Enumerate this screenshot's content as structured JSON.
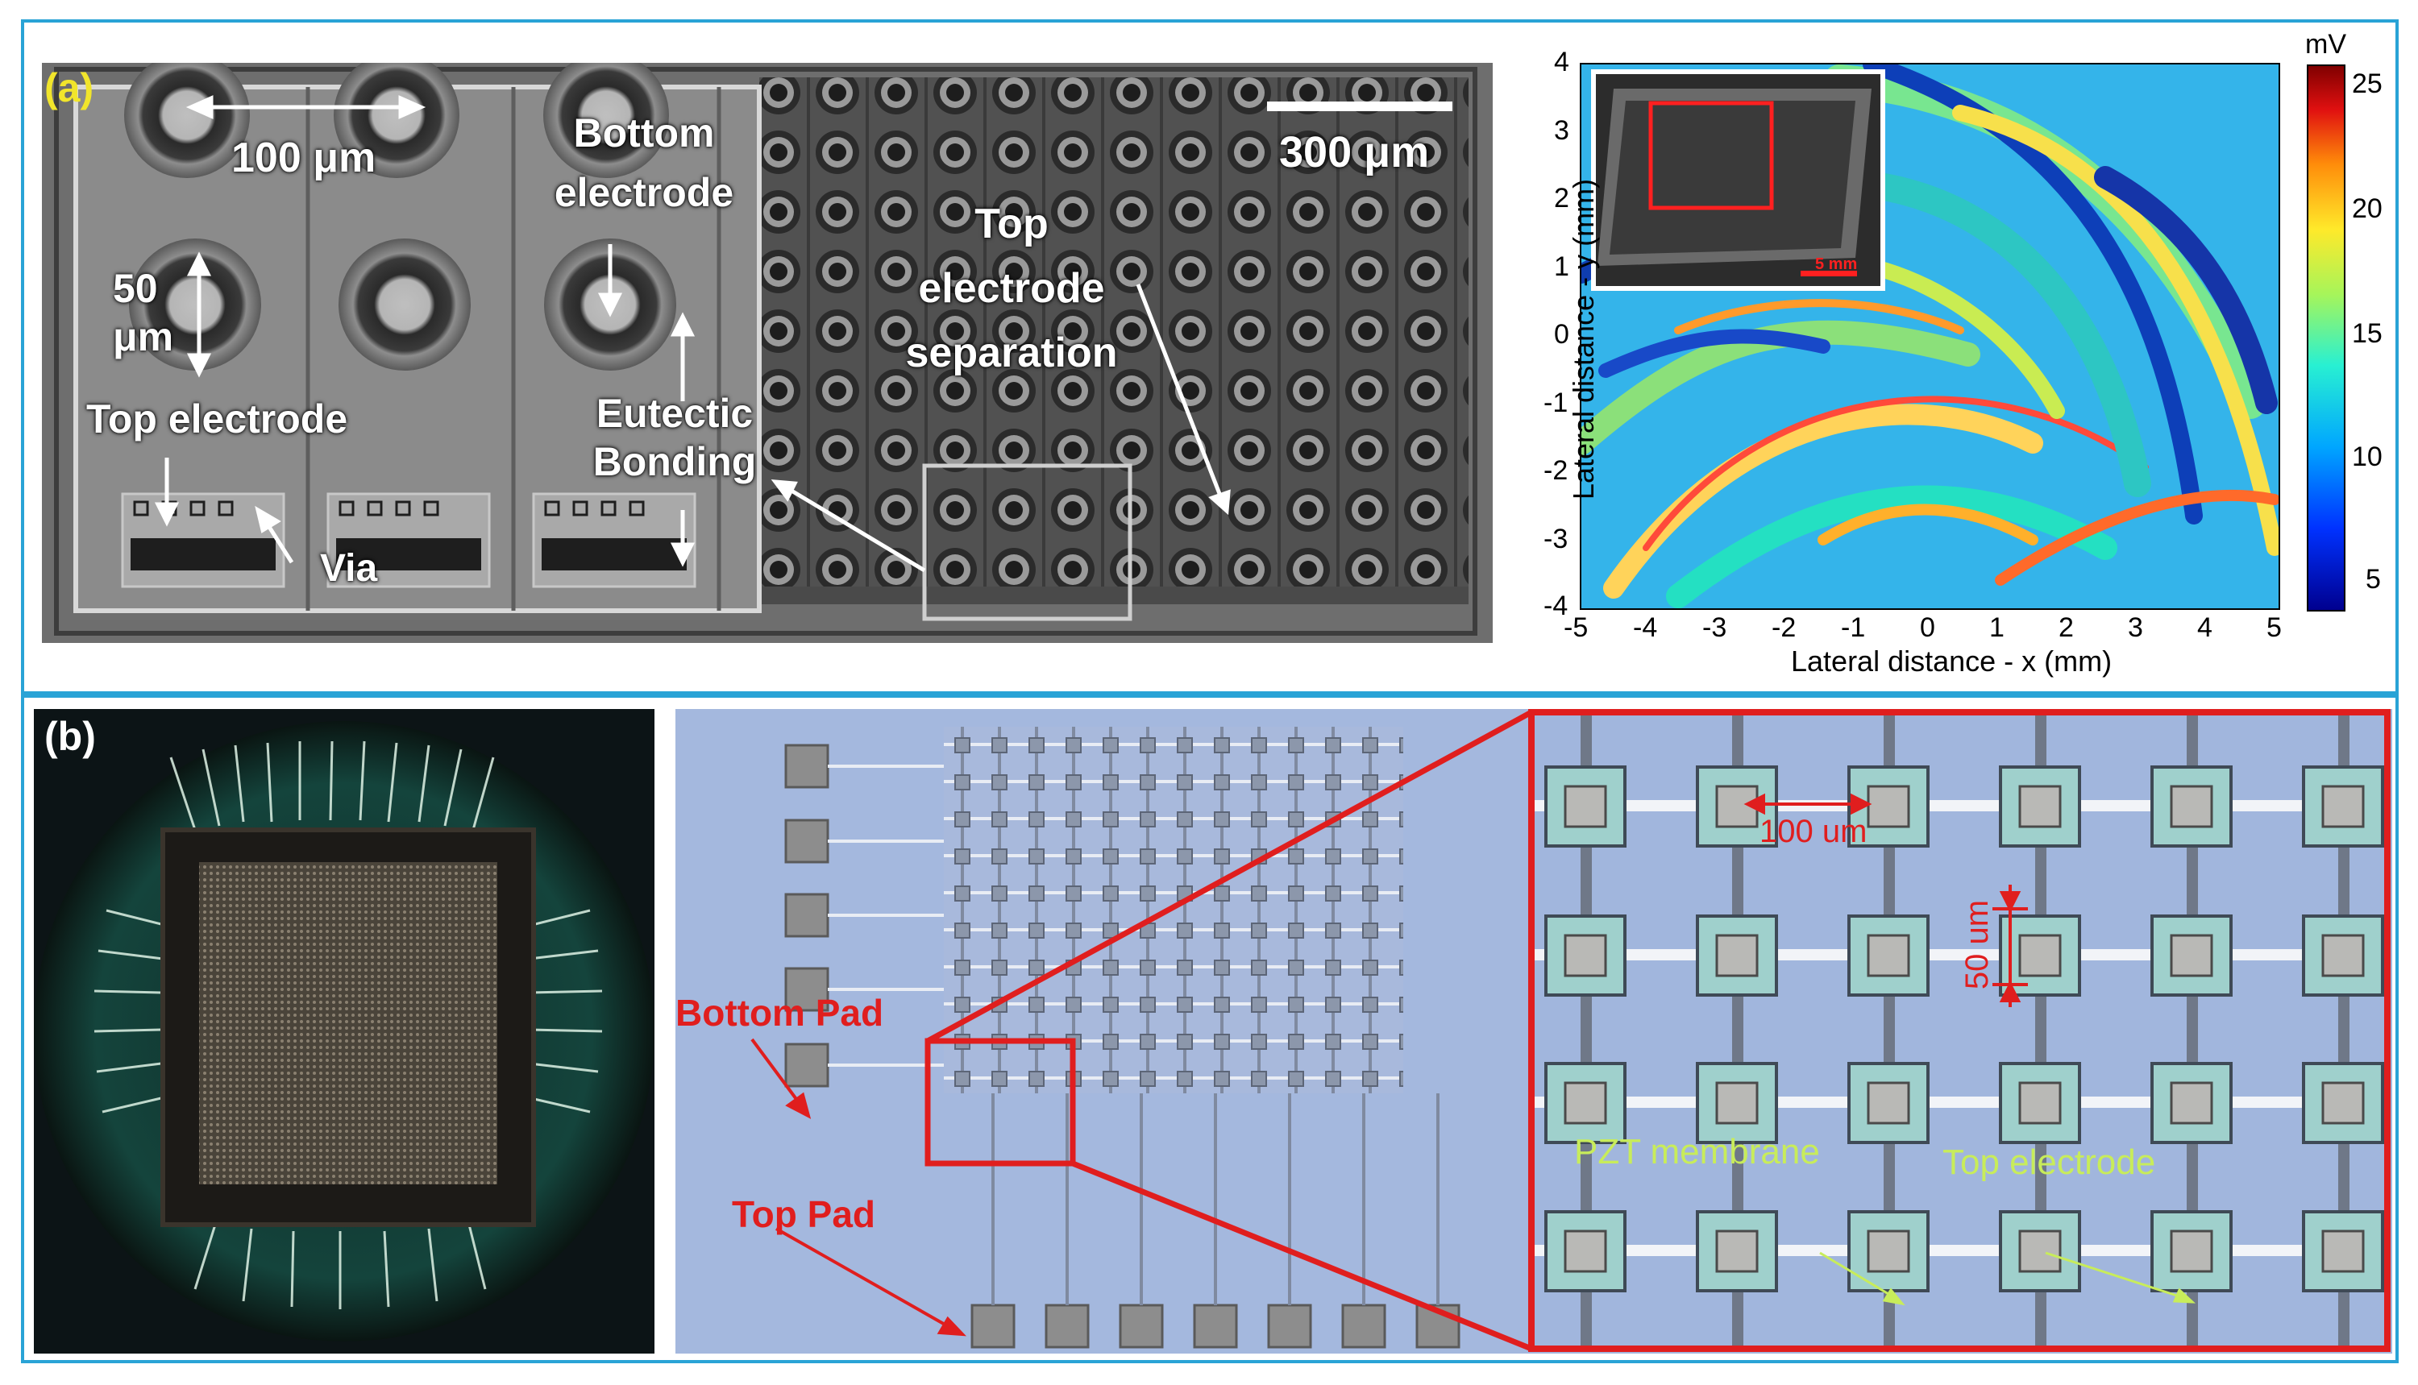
{
  "panel_a": {
    "tag": "(a)",
    "micrograph": {
      "labels": {
        "dim_100": "100 μm",
        "bottom_electrode": "Bottom electrode",
        "scale_300": "300 μm",
        "dim_50": "50 μm",
        "top_electrode_sep": "Top electrode separation",
        "top_electrode": "Top electrode",
        "eutectic": "Eutectic Bonding",
        "via": "Via"
      }
    },
    "heatmap": {
      "colorbar_unit": "mV",
      "colorbar_ticks": [
        "25",
        "20",
        "15",
        "10",
        "5"
      ],
      "inset_scale": "5 mm",
      "x_ticks": [
        "-5",
        "-4",
        "-3",
        "-2",
        "-1",
        "0",
        "1",
        "2",
        "3",
        "4",
        "5"
      ],
      "y_ticks": [
        "4",
        "3",
        "2",
        "1",
        "0",
        "-1",
        "-2",
        "-3",
        "-4"
      ],
      "xlabel": "Lateral distance - x (mm)",
      "ylabel": "Lateral distance - y (mm)"
    }
  },
  "panel_b": {
    "tag": "(b)",
    "labels": {
      "bottom_pad": "Bottom Pad",
      "top_pad": "Top Pad",
      "pitch_100": "100 um",
      "size_50": "50 um",
      "pzt": "PZT membrane",
      "top_electrode": "Top electrode"
    }
  },
  "chart_data": {
    "type": "heatmap",
    "xlabel": "Lateral distance - x (mm)",
    "ylabel": "Lateral distance - y (mm)",
    "xlim": [
      -5,
      5
    ],
    "ylim": [
      -4,
      4
    ],
    "colorbar": {
      "unit": "mV",
      "range": [
        4,
        26
      ],
      "ticks": [
        5,
        10,
        15,
        20,
        25
      ]
    }
  },
  "colors": {
    "frame": "#29a3d6",
    "accent_red": "#e01e1e",
    "label_yellow": "#c8ec5a"
  }
}
